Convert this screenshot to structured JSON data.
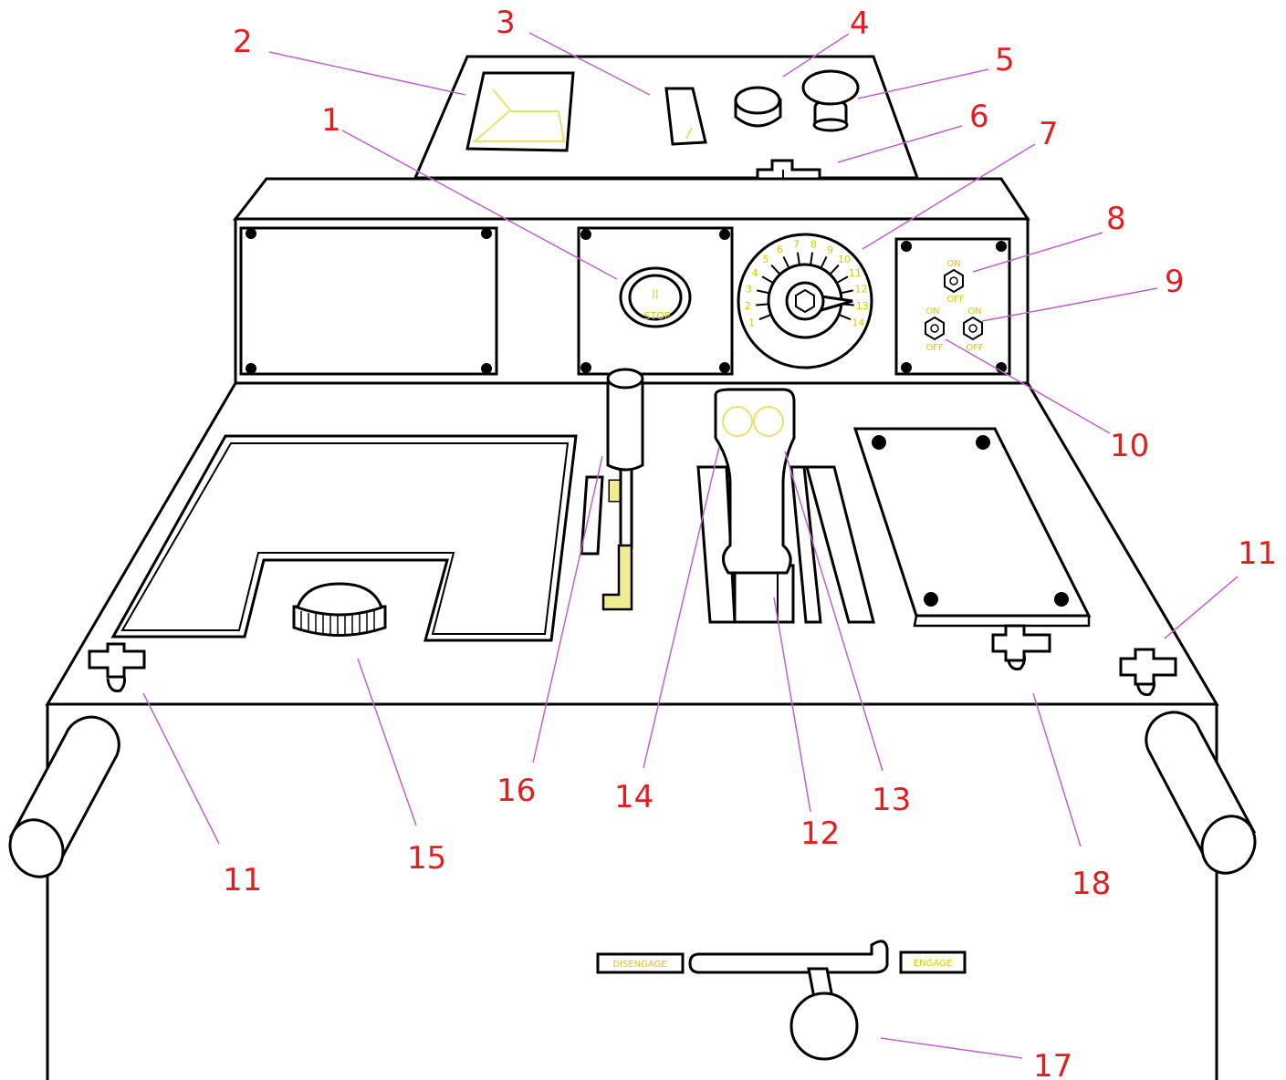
{
  "callouts": [
    {
      "id": "1",
      "text": "1"
    },
    {
      "id": "2",
      "text": "2"
    },
    {
      "id": "3",
      "text": "3"
    },
    {
      "id": "4",
      "text": "4"
    },
    {
      "id": "5",
      "text": "5"
    },
    {
      "id": "6",
      "text": "6"
    },
    {
      "id": "7",
      "text": "7"
    },
    {
      "id": "8",
      "text": "8"
    },
    {
      "id": "9",
      "text": "9"
    },
    {
      "id": "10",
      "text": "10"
    },
    {
      "id": "11a",
      "text": "11"
    },
    {
      "id": "11b",
      "text": "11"
    },
    {
      "id": "12",
      "text": "12"
    },
    {
      "id": "13",
      "text": "13"
    },
    {
      "id": "14",
      "text": "14"
    },
    {
      "id": "15",
      "text": "15"
    },
    {
      "id": "16",
      "text": "16"
    },
    {
      "id": "17",
      "text": "17"
    },
    {
      "id": "18",
      "text": "18"
    }
  ],
  "panel_labels": {
    "push_button_text": "STOP",
    "dial_numbers": [
      "1",
      "2",
      "3",
      "4",
      "5",
      "6",
      "7",
      "8",
      "9",
      "10",
      "11",
      "12",
      "13",
      "14"
    ],
    "toggle_on": "ON",
    "toggle_off": "OFF",
    "disengage": "DISENGAGE",
    "engage": "ENGAGE"
  },
  "colors": {
    "callout": "#e02020",
    "leader": "#c060d0",
    "outline": "#000000",
    "highlight": "#e8e070"
  }
}
